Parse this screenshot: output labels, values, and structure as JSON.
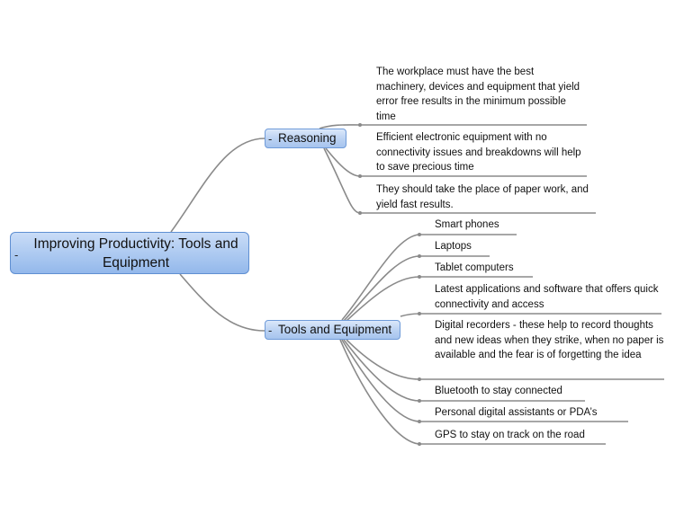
{
  "root": {
    "label": "Improving Productivity: Tools and Equipment"
  },
  "branches": [
    {
      "label": "Reasoning",
      "items": [
        "The workplace must have the best machinery, devices and equipment that yield error free results in the minimum possible time",
        "Efficient electronic equipment with no connectivity issues and breakdowns will help to save precious time",
        "They should take the place of paper work, and yield fast results."
      ]
    },
    {
      "label": "Tools and Equipment",
      "items": [
        "Smart phones",
        "Laptops",
        "Tablet computers",
        "Latest applications and software that offers quick connectivity and access",
        "Digital recorders - these help to record thoughts and new ideas when they strike, when no paper is available and the fear is of forgetting the idea",
        "Bluetooth to stay connected",
        "Personal digital assistants or PDA’s",
        "GPS to stay on track on the road"
      ]
    }
  ],
  "collapse_symbol": "-",
  "colors": {
    "connector": "#8a8a8a",
    "node_border": "#6f9bd9",
    "node_fill": "#b9d1f2"
  }
}
